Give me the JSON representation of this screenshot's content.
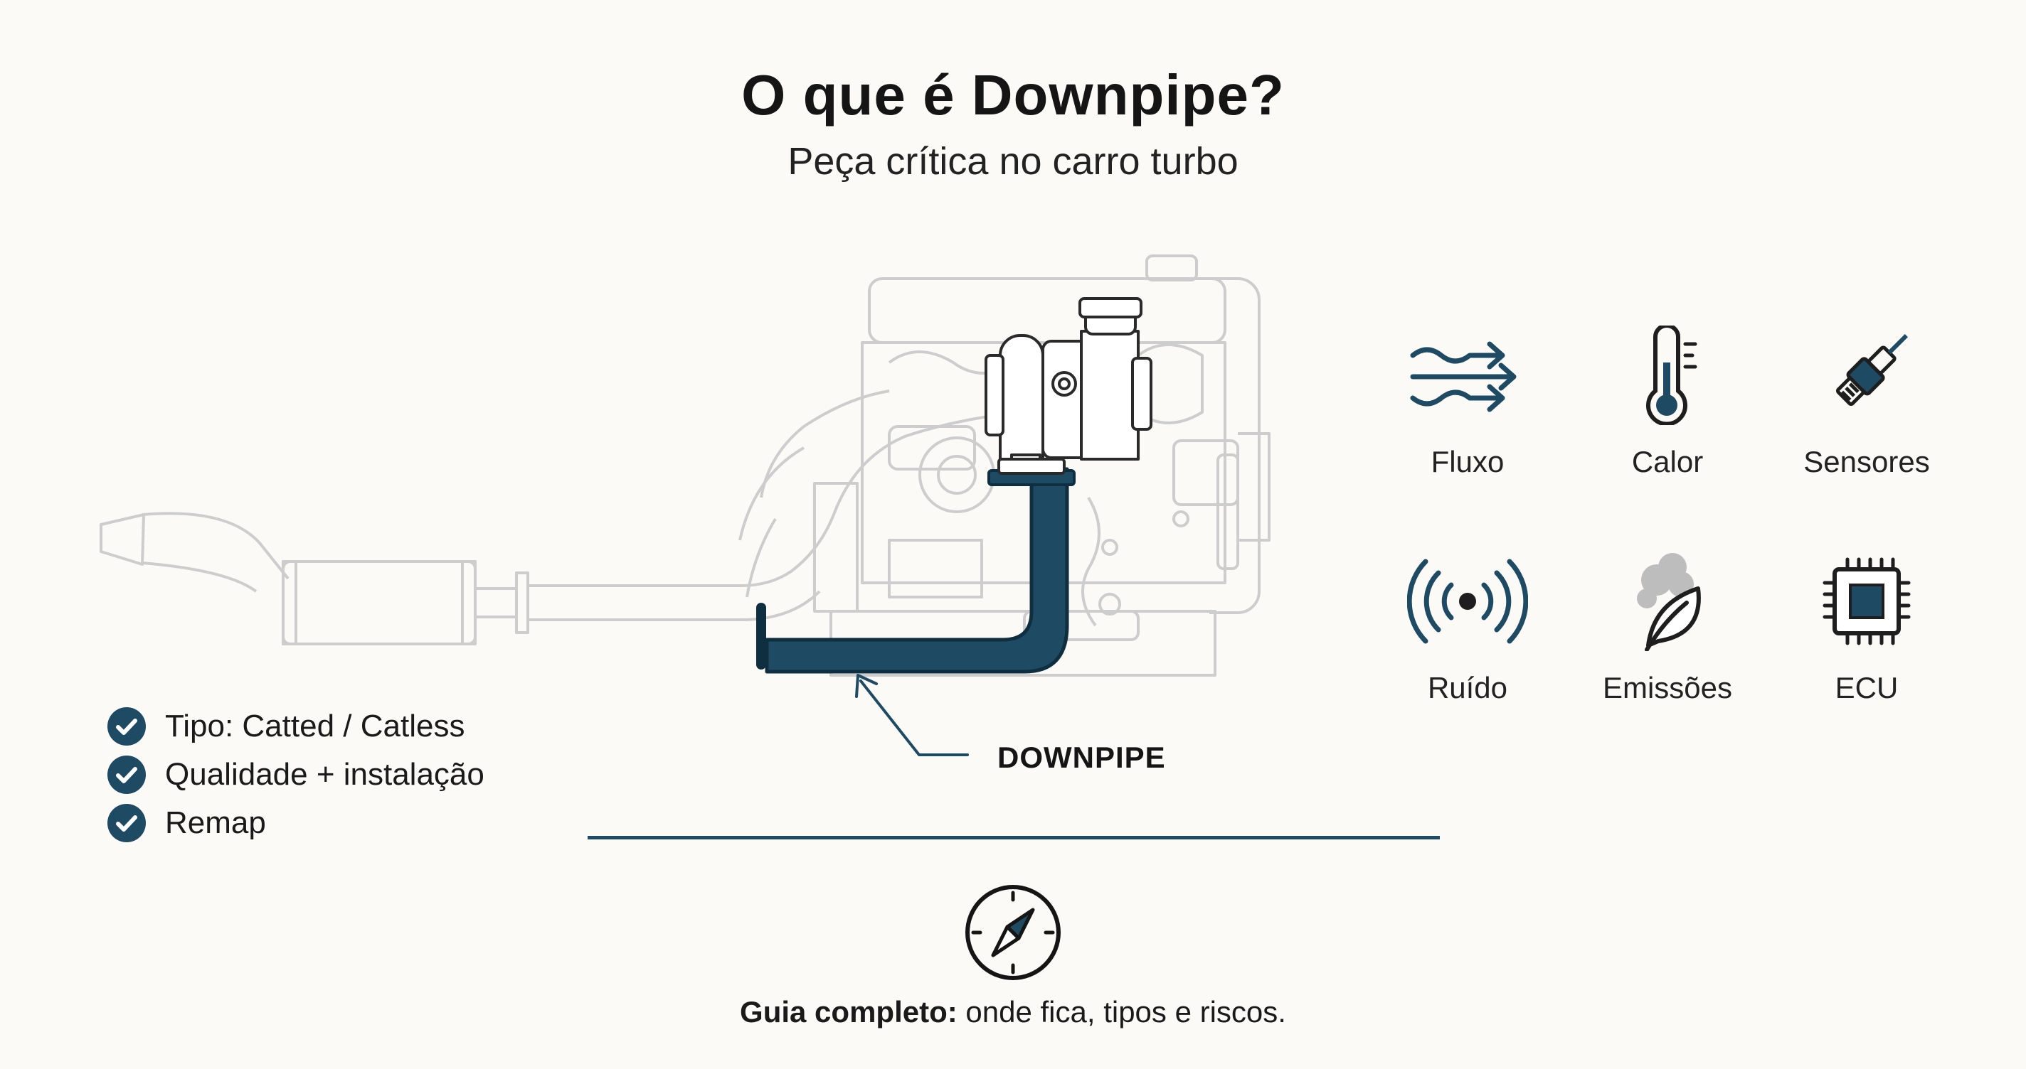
{
  "title": "O que é Downpipe?",
  "subtitle": "Peça crítica no carro turbo",
  "callout": "DOWNPIPE",
  "checklist": [
    {
      "label": "Tipo: Catted / Catless",
      "icon": "check-circle-icon"
    },
    {
      "label": "Qualidade + instalação",
      "icon": "check-circle-icon"
    },
    {
      "label": "Remap",
      "icon": "check-circle-icon"
    }
  ],
  "features": [
    {
      "label": "Fluxo",
      "icon": "airflow-arrows-icon"
    },
    {
      "label": "Calor",
      "icon": "thermometer-icon"
    },
    {
      "label": "Sensores",
      "icon": "oxygen-sensor-icon"
    },
    {
      "label": "Ruído",
      "icon": "sound-waves-icon"
    },
    {
      "label": "Emissões",
      "icon": "smoke-leaf-icon"
    },
    {
      "label": "ECU",
      "icon": "microchip-icon"
    }
  ],
  "footer": {
    "bold": "Guia completo:",
    "text": " onde fica, tipos e riscos."
  },
  "colors": {
    "accent": "#1e4a63",
    "outline": "#cccccc",
    "background": "#fbfaf6"
  }
}
